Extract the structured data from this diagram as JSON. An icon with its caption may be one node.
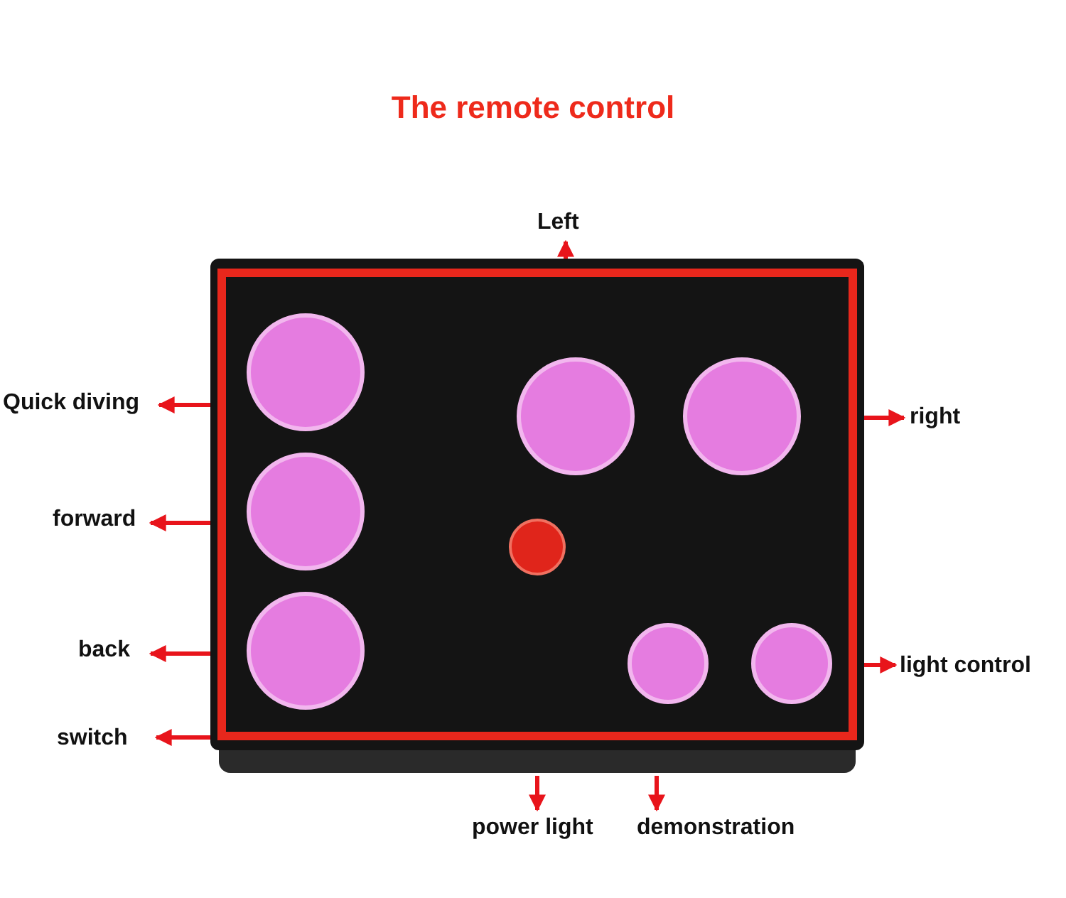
{
  "diagram": {
    "title": "The remote control",
    "nodes": [
      {
        "text": [],
        "shape": "picture"
      },
      {
        "text": [
          "Left"
        ]
      },
      {
        "text": [
          "Quick diving"
        ]
      },
      {
        "text": [
          "right"
        ]
      },
      {
        "text": [
          "forward"
        ]
      },
      {
        "text": [
          "back"
        ]
      },
      {
        "text": [
          "light control"
        ]
      },
      {
        "text": [
          "switch"
        ]
      },
      {
        "text": [
          "power light"
        ]
      },
      {
        "text": [
          "demonstration"
        ]
      }
    ],
    "edges": [
      {
        "from": 0,
        "to": 1,
        "arrow": "to"
      },
      {
        "from": 0,
        "to": 2,
        "arrow": "to"
      },
      {
        "from": 0,
        "to": 3,
        "arrow": "to"
      },
      {
        "from": 0,
        "to": 4,
        "arrow": "to"
      },
      {
        "from": 0,
        "to": 5,
        "arrow": "to"
      },
      {
        "from": 0,
        "to": 6,
        "arrow": "to"
      },
      {
        "from": 0,
        "to": 7,
        "arrow": "to"
      },
      {
        "from": 0,
        "to": 8,
        "arrow": "to"
      },
      {
        "from": 0,
        "to": 9,
        "arrow": "to"
      }
    ]
  }
}
